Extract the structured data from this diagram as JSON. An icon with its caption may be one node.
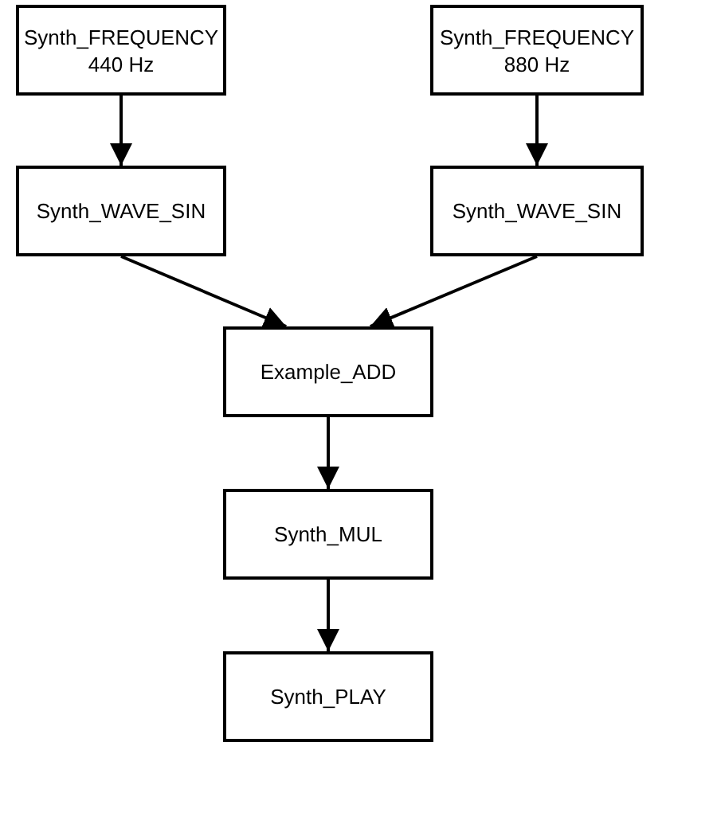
{
  "diagram": {
    "nodes": [
      {
        "text": [
          "Synth_FREQUENCY",
          "440 Hz"
        ]
      },
      {
        "text": [
          "Synth_FREQUENCY",
          "880 Hz"
        ]
      },
      {
        "text": [
          "Synth_WAVE_SIN"
        ]
      },
      {
        "text": [
          "Synth_WAVE_SIN"
        ]
      },
      {
        "text": [
          "Example_ADD"
        ]
      },
      {
        "text": [
          "Synth_MUL"
        ]
      },
      {
        "text": [
          "Synth_PLAY"
        ]
      }
    ],
    "edges": [
      {
        "from": 0,
        "to": 2,
        "arrow": "to"
      },
      {
        "from": 1,
        "to": 3,
        "arrow": "to"
      },
      {
        "from": 2,
        "to": 4,
        "arrow": "to"
      },
      {
        "from": 3,
        "to": 4,
        "arrow": "to"
      },
      {
        "from": 4,
        "to": 5,
        "arrow": "to"
      },
      {
        "from": 5,
        "to": 6,
        "arrow": "to"
      }
    ]
  }
}
